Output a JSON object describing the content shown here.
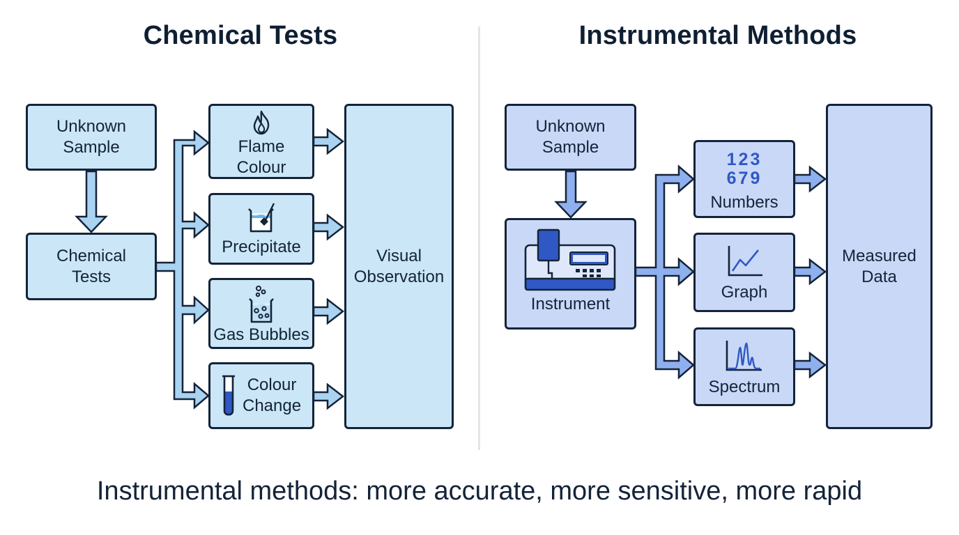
{
  "left_panel": {
    "title": "Chemical Tests",
    "unknown_sample": "Unknown\nSample",
    "chemical_tests": "Chemical\nTests",
    "tests": [
      {
        "label": "Flame\nColour",
        "icon": "flame-icon"
      },
      {
        "label": "Precipitate",
        "icon": "beaker-precipitate-icon"
      },
      {
        "label": "Gas Bubbles",
        "icon": "beaker-bubbles-icon"
      },
      {
        "label": "Colour\nChange",
        "icon": "test-tube-icon"
      }
    ],
    "result": "Visual\nObservation"
  },
  "right_panel": {
    "title": "Instrumental Methods",
    "unknown_sample": "Unknown\nSample",
    "instrument": "Instrument",
    "outputs": [
      {
        "label": "Numbers",
        "icon": "numbers-icon",
        "digits": "123\n679"
      },
      {
        "label": "Graph",
        "icon": "line-graph-icon"
      },
      {
        "label": "Spectrum",
        "icon": "spectrum-icon"
      }
    ],
    "result": "Measured\nData"
  },
  "footer": "Instrumental methods: more accurate, more sensitive, more rapid",
  "colors": {
    "left_fill": "#cbe6f6",
    "left_arrow": "#a9d3f1",
    "right_fill": "#c9d8f7",
    "right_arrow": "#8fb0ee",
    "outline": "#142338",
    "icon_blue": "#2f58c4"
  }
}
